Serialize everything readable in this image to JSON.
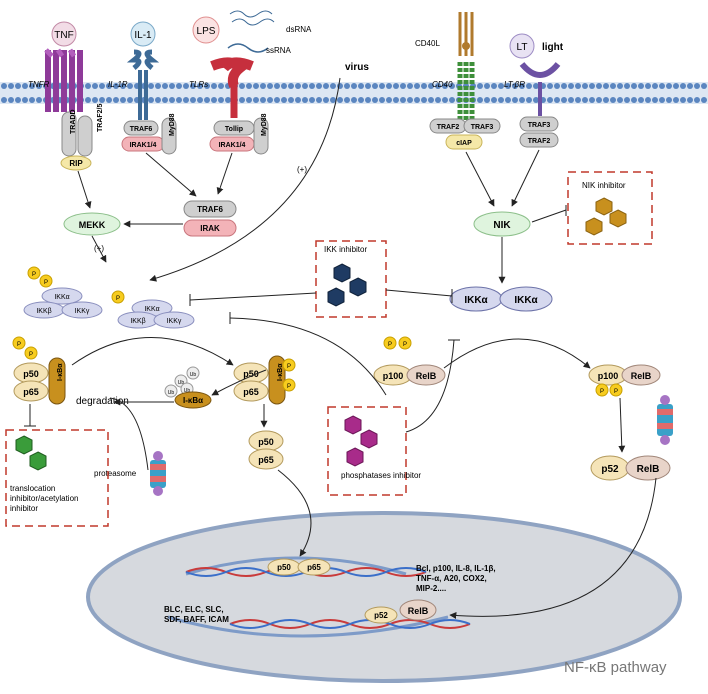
{
  "receptors": {
    "tnf": "TNF",
    "il1": "IL-1",
    "lps": "LPS",
    "dsrna": "dsRNA",
    "ssrna": "ssRNA",
    "cd40l": "CD40L",
    "lt": "LT",
    "light": "light",
    "virus": "virus",
    "tnfr": "TNFR",
    "il1r": "IL-1R",
    "tlrs": "TLRs",
    "cd40": "CD40",
    "ltbr": "LT-βR"
  },
  "adaptors": {
    "tradd": "TRADD",
    "traf25": "TRAF2/5",
    "rip": "RIP",
    "traf6": "TRAF6",
    "myd88": "MyD88",
    "irak14": "IRAK1/4",
    "tollip": "Tollip",
    "traf6_b": "TRAF6",
    "irak": "IRAK",
    "mekk": "MEKK",
    "plus": "(+)",
    "traf2": "TRAF2",
    "traf3": "TRAF3",
    "ciap": "cIAP",
    "nik": "NIK"
  },
  "ikk": {
    "alpha": "IKKα",
    "beta": "IKKβ",
    "gamma": "IKKγ",
    "p": "P"
  },
  "inhibitors": {
    "nik": "NIK inhibitor",
    "ikk": "IKK inhibitor",
    "phosphatases": "phosphatases inhibitor",
    "translocation": "translocation inhibitor/acetylation inhibitor"
  },
  "nfkb": {
    "p50": "P50",
    "p65": "p65",
    "p50_low": "p50",
    "ikba": "I-κBα",
    "ub": "Ub",
    "degradation": "degradation",
    "proteasome": "proteasome",
    "p100": "p100",
    "relb": "RelB",
    "p52": "p52"
  },
  "nucleus": {
    "targets_canonical": [
      "Bcl, p100, IL-8, IL-1β,",
      "TNF-α, A20, COX2,",
      "MIP-2...."
    ],
    "targets_noncanonical": [
      "BLC, ELC, SLC,",
      "SDF, BAFF, ICAM"
    ]
  },
  "footer": {
    "title": "NF-κB pathway"
  },
  "colors": {
    "membrane": "#5b86c0",
    "tnf_receptor": "#8e3a99",
    "il1_receptor": "#3d6a96",
    "tlr": "#d9414f",
    "rel": "#f5e4b8",
    "ikba": "#c8901e",
    "phospho": "#f7cc1f",
    "inhibitor_box": "#c0392b",
    "nucleus": "#d6d9de"
  }
}
